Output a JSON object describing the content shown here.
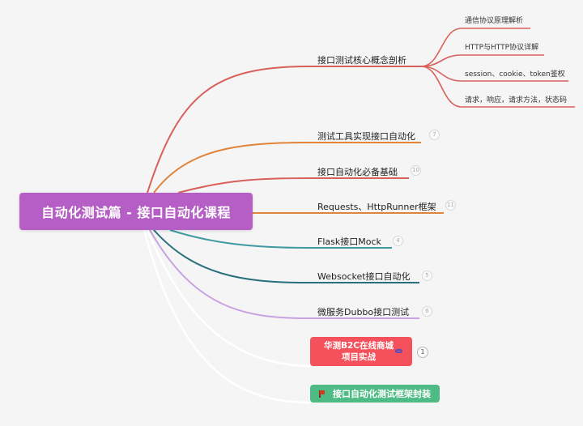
{
  "root": {
    "label": "自动化测试篇 - 接口自动化课程",
    "color": "#b55fc6"
  },
  "topics": [
    {
      "label": "接口测试核心概念剖析",
      "color": "#d9605a",
      "count": null,
      "children": [
        {
          "label": "通信协议原理解析"
        },
        {
          "label": "HTTP与HTTP协议详解"
        },
        {
          "label": "session、cookie、token鉴权"
        },
        {
          "label": "请求，响应，请求方法，状态码"
        }
      ]
    },
    {
      "label": "测试工具实现接口自动化",
      "color": "#e0843a",
      "count": "7"
    },
    {
      "label": "接口自动化必备基础",
      "color": "#d9605a",
      "count": "10"
    },
    {
      "label": "Requests、HttpRunner框架",
      "color": "#e0843a",
      "count": "11"
    },
    {
      "label": "Flask接口Mock",
      "color": "#3f9aa0",
      "count": "4"
    },
    {
      "label": "Websocket接口自动化",
      "color": "#2a6f7e",
      "count": "5"
    },
    {
      "label": "微服务Dubbo接口测试",
      "color": "#c9a3e0",
      "count": "6"
    },
    {
      "label": "华测B2C在线商城项目实战",
      "line1": "华测B2C在线商城",
      "line2": "项目实战",
      "color": "#f4515c",
      "count": "1",
      "icon": "link-icon"
    },
    {
      "label": "接口自动化测试框架封装",
      "color": "#4fbb84",
      "icon": "flag-icon"
    }
  ]
}
